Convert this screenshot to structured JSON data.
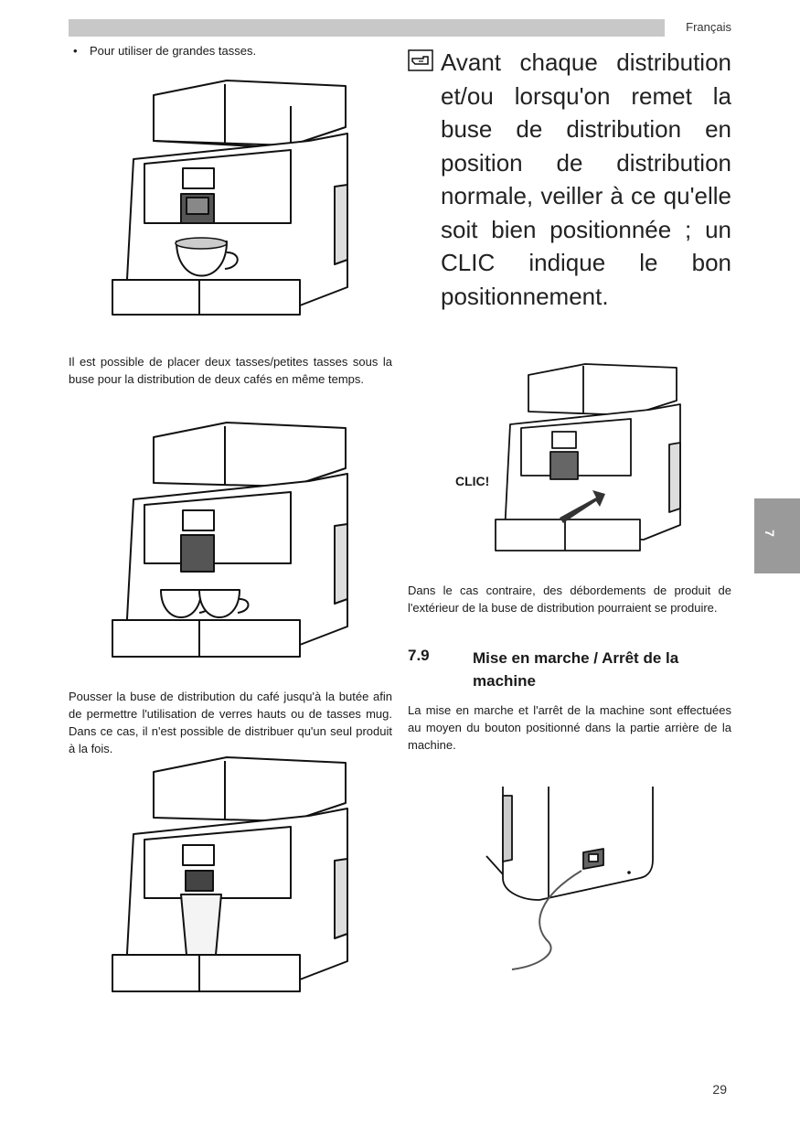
{
  "header": {
    "language": "Français"
  },
  "left": {
    "bullet_text": "Pour utiliser de grandes tasses.",
    "para1": "Il est possible de placer deux tasses/petites tasses sous la buse pour la distribution de deux cafés en même temps.",
    "para2": "Pousser la buse de distribution du café jusqu'à la butée afin de permettre l'utilisation de verres hauts ou de tasses mug. Dans ce cas, il n'est possible de distribuer qu'un seul produit à la fois."
  },
  "right": {
    "note": "Avant chaque distribution et/ou lorsqu'on remet la buse de distribution en position de distribution normale, veiller à ce qu'elle soit bien positionnée ; un CLIC indique le bon positionnement.",
    "clic_label": "CLIC!",
    "para_overflow": "Dans le cas contraire, des débordements de produit de l'extérieur de la buse de distribution pourraient se produire.",
    "section_number": "7.9",
    "section_title": "Mise en marche / Arrêt de la machine",
    "para_power": "La mise en marche et l'arrêt de la machine sont effectuées au moyen du bouton positionné dans la partie arrière de la machine."
  },
  "side_tab": "7",
  "page_number": "29",
  "icons": {
    "note_icon": "pointing-hand-icon"
  }
}
